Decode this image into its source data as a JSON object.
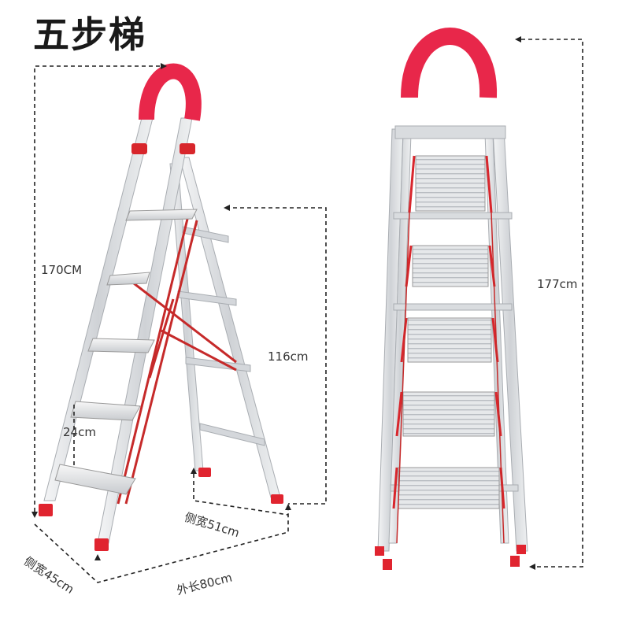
{
  "title": "五步梯",
  "dimensions": {
    "overall_height": "170CM",
    "platform_height": "116cm",
    "step_spacing": "24cm",
    "side_width_top": "侧宽51cm",
    "side_width_bottom": "侧宽45cm",
    "outer_length": "外长80cm",
    "front_height": "177cm"
  },
  "colors": {
    "frame": "#d9dcdf",
    "frame_dark": "#a9adb2",
    "accent": "#e0242f",
    "handle": "#e8274a",
    "dashed": "#222222"
  }
}
